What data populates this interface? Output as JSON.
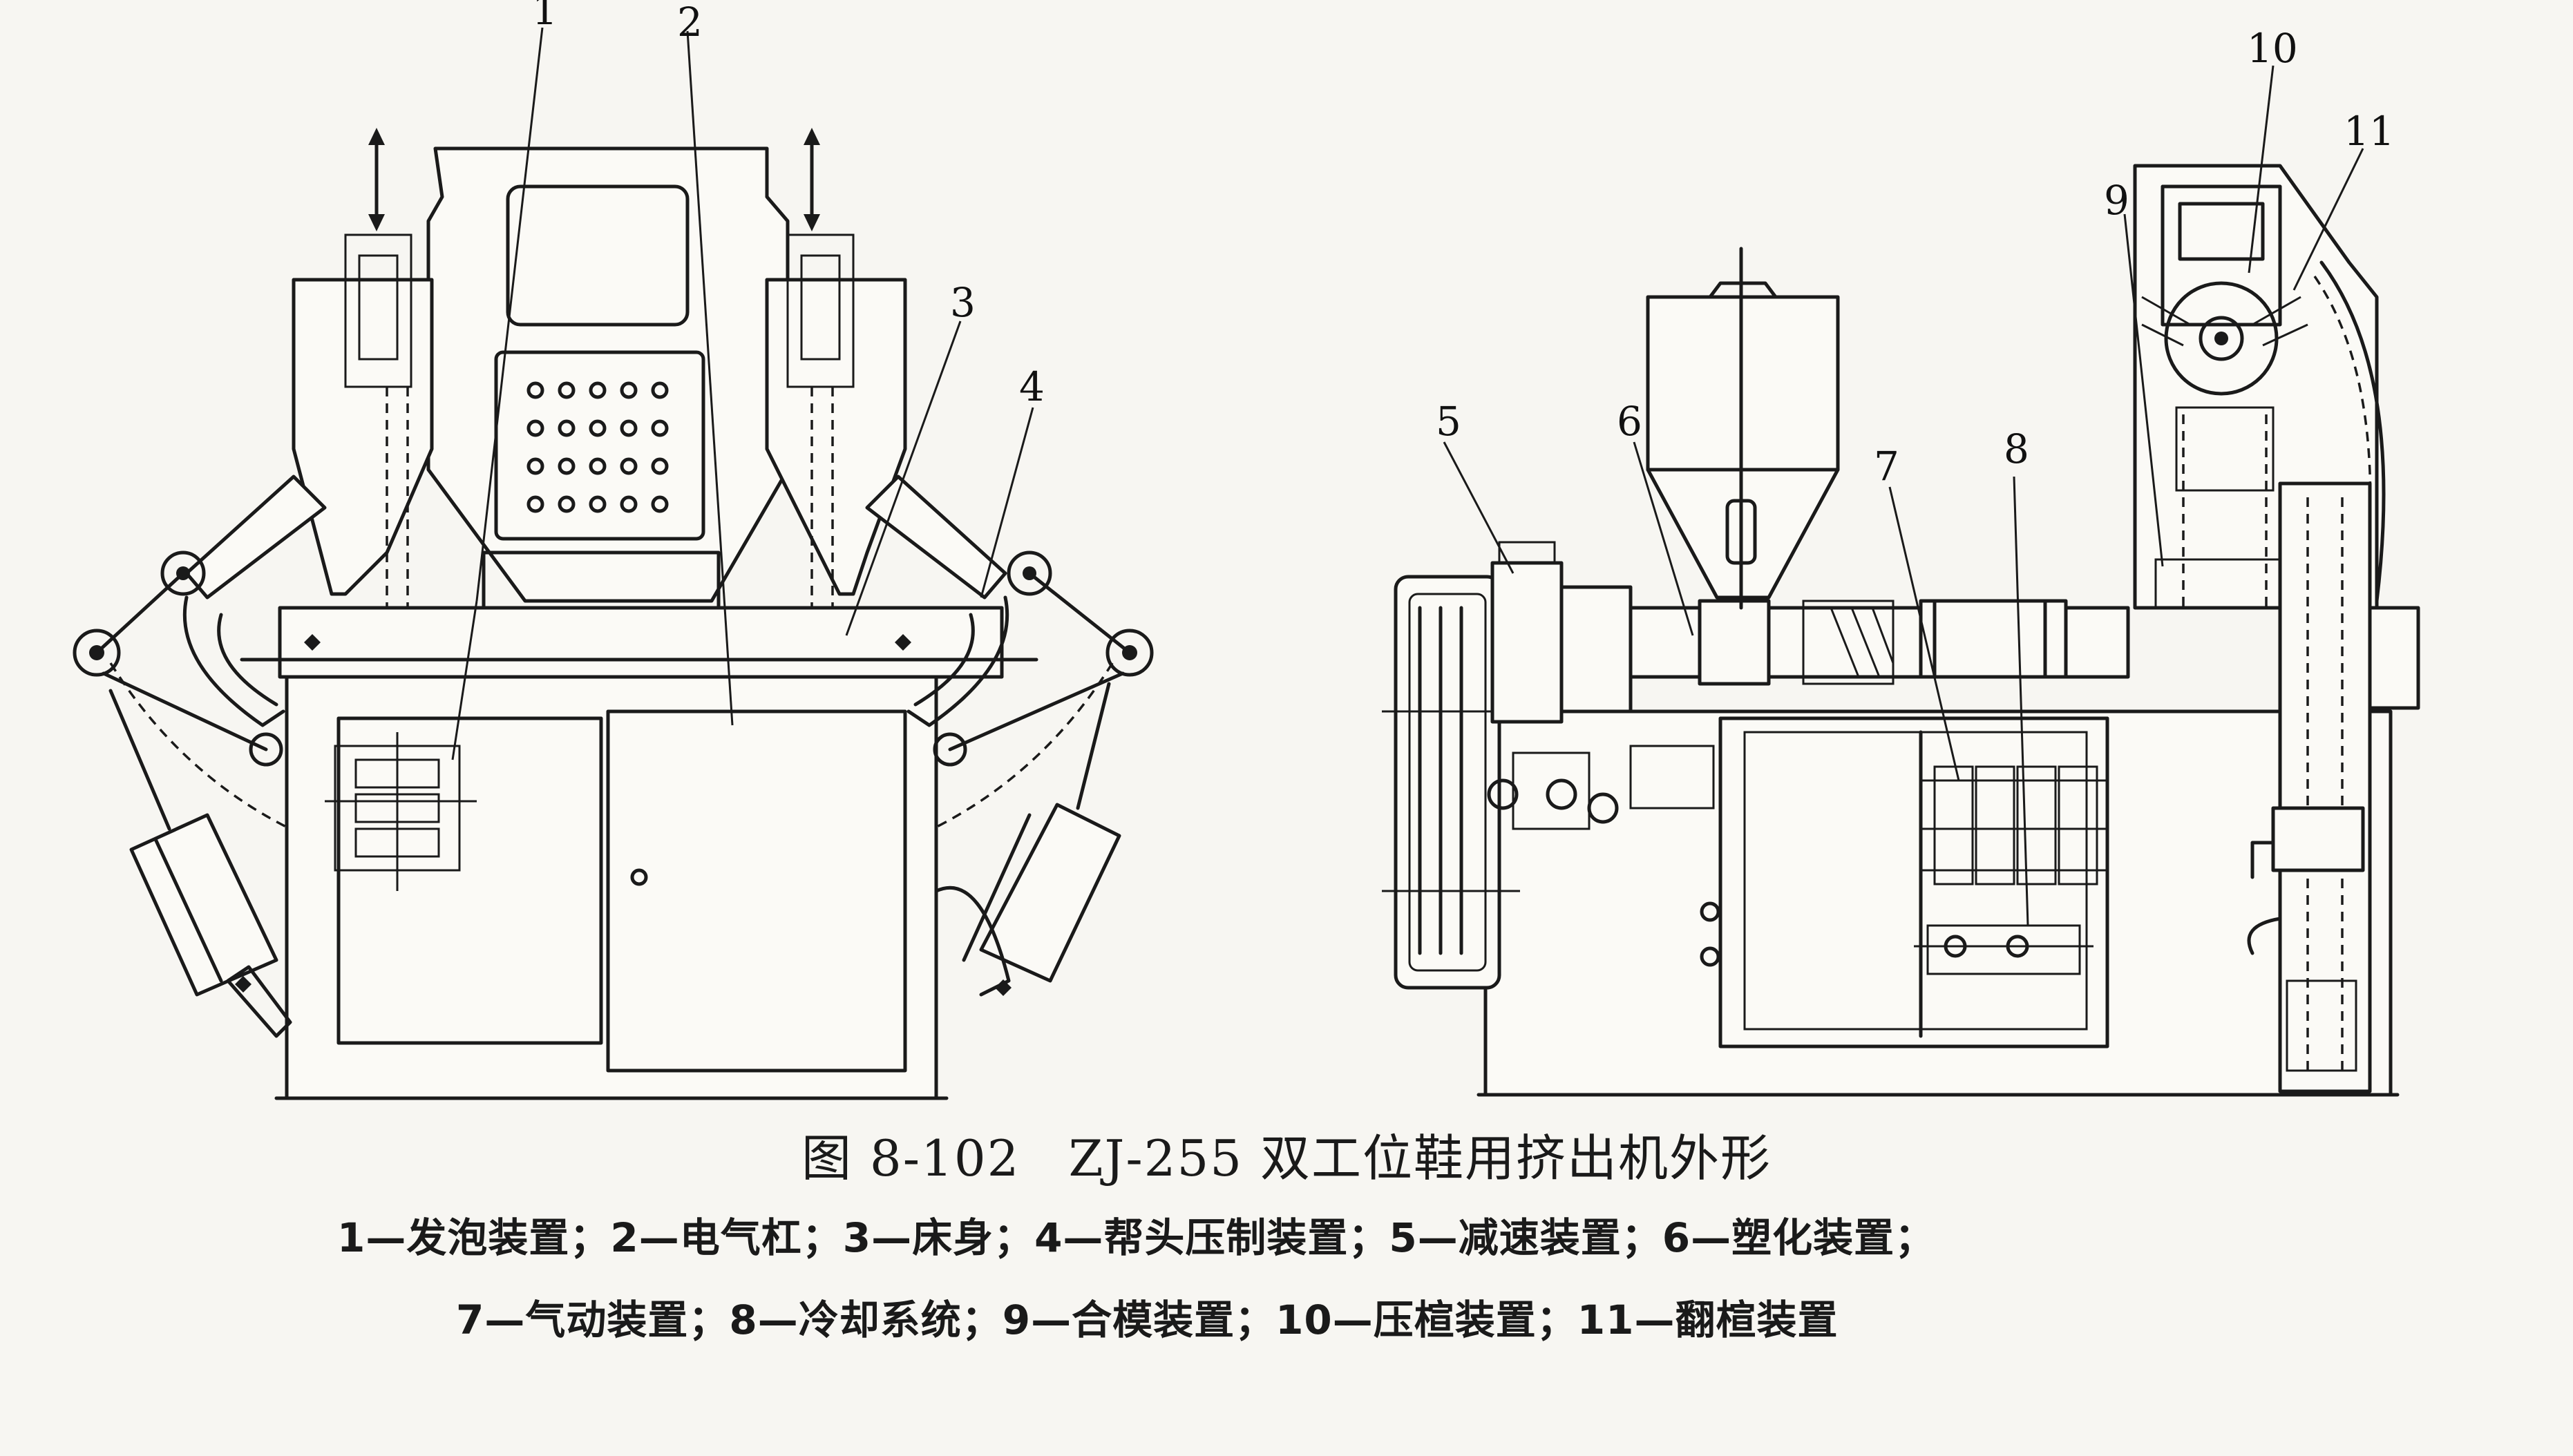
{
  "figure": {
    "number": "图 8-102",
    "title": "ZJ-255 双工位鞋用挤出机外形"
  },
  "callouts": [
    "1",
    "2",
    "3",
    "4",
    "5",
    "6",
    "7",
    "8",
    "9",
    "10",
    "11"
  ],
  "legend": {
    "line1": "1—发泡装置；2—电气杠；3—床身；4—帮头压制装置；5—减速装置；6—塑化装置；",
    "line2": "7—气动装置；8—冷却系统；9—合模装置；10—压楦装置；11—翻楦装置"
  }
}
